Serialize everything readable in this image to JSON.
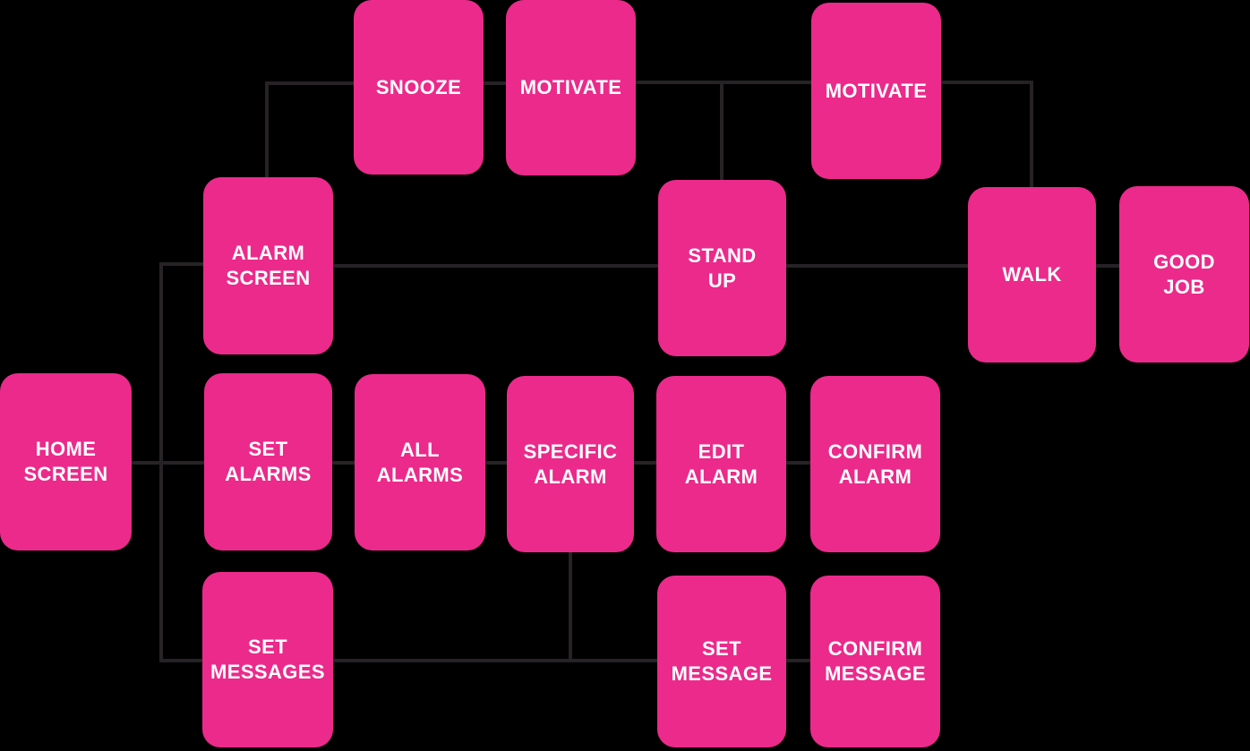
{
  "diagram": {
    "colors": {
      "background": "#000000",
      "node": "#EB2A8B",
      "line": "#262226",
      "text": "#FFFFFF"
    },
    "nodes": {
      "snooze": {
        "label": "SNOOZE"
      },
      "motivate_1": {
        "label": "MOTIVATE"
      },
      "motivate_2": {
        "label": "MOTIVATE"
      },
      "alarm_screen": {
        "label": "ALARM\nSCREEN"
      },
      "stand_up": {
        "label": "STAND\nUP"
      },
      "walk": {
        "label": "WALK"
      },
      "good_job": {
        "label": "GOOD\nJOB"
      },
      "home_screen": {
        "label": "HOME\nSCREEN"
      },
      "set_alarms": {
        "label": "SET\nALARMS"
      },
      "all_alarms": {
        "label": "ALL\nALARMS"
      },
      "specific_alarm": {
        "label": "SPECIFIC\nALARM"
      },
      "edit_alarm": {
        "label": "EDIT\nALARM"
      },
      "confirm_alarm": {
        "label": "CONFIRM\nALARM"
      },
      "set_messages": {
        "label": "SET\nMESSAGES"
      },
      "set_message": {
        "label": "SET\nMESSAGE"
      },
      "confirm_message": {
        "label": "CONFIRM\nMESSAGE"
      }
    },
    "edges": [
      {
        "from": "home_screen",
        "to": "alarm_screen"
      },
      {
        "from": "home_screen",
        "to": "set_alarms"
      },
      {
        "from": "home_screen",
        "to": "set_messages"
      },
      {
        "from": "alarm_screen",
        "to": "snooze"
      },
      {
        "from": "snooze",
        "to": "motivate_1"
      },
      {
        "from": "motivate_1",
        "to": "stand_up"
      },
      {
        "from": "motivate_1",
        "to": "motivate_2"
      },
      {
        "from": "motivate_2",
        "to": "walk"
      },
      {
        "from": "alarm_screen",
        "to": "stand_up"
      },
      {
        "from": "stand_up",
        "to": "walk"
      },
      {
        "from": "walk",
        "to": "good_job"
      },
      {
        "from": "set_alarms",
        "to": "all_alarms"
      },
      {
        "from": "all_alarms",
        "to": "specific_alarm"
      },
      {
        "from": "specific_alarm",
        "to": "edit_alarm"
      },
      {
        "from": "edit_alarm",
        "to": "confirm_alarm"
      },
      {
        "from": "specific_alarm",
        "to": "set_message"
      },
      {
        "from": "set_messages",
        "to": "set_message"
      },
      {
        "from": "set_message",
        "to": "confirm_message"
      }
    ]
  }
}
